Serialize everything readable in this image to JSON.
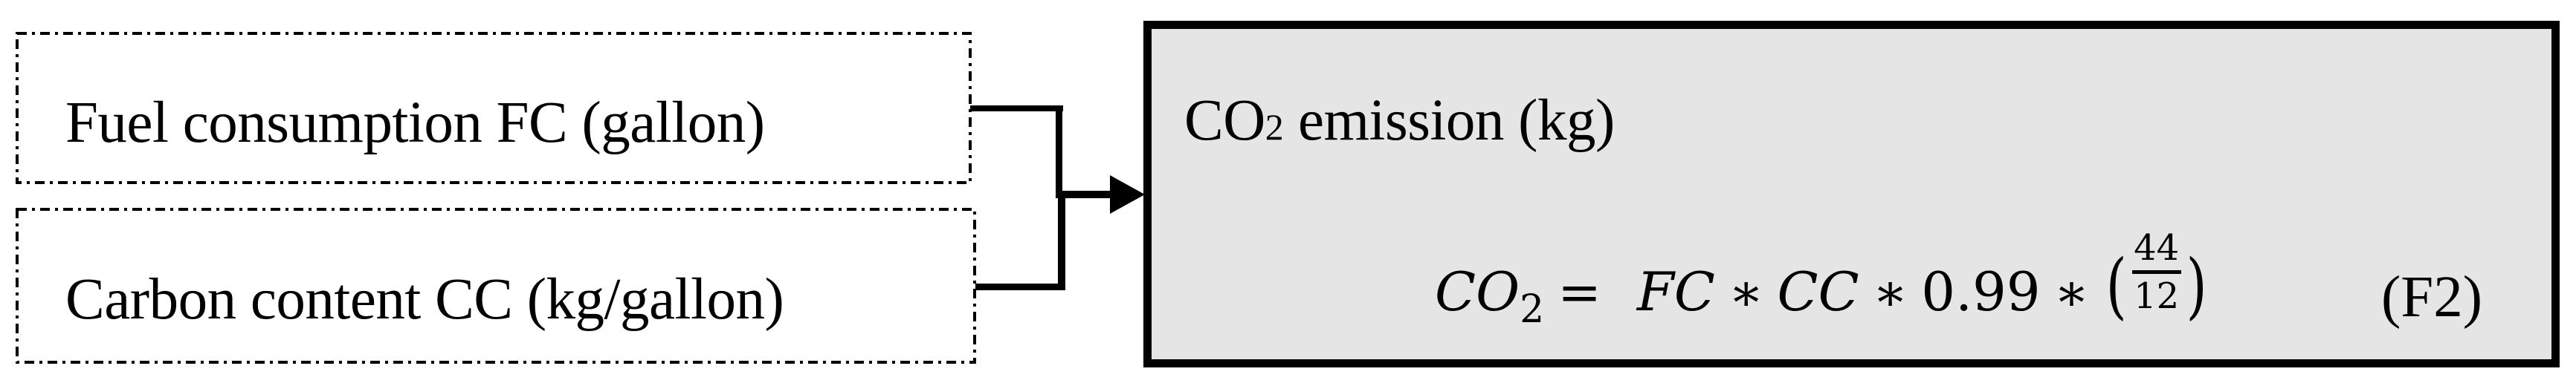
{
  "diagram": {
    "inputs": [
      {
        "label": "Fuel consumption FC (gallon)"
      },
      {
        "label": "Carbon content CC (kg/gallon)"
      }
    ],
    "output": {
      "title_prefix": "CO",
      "title_subscript": "2",
      "title_suffix": " emission (kg)",
      "formula": {
        "lhs_var": "CO",
        "lhs_sub": "2",
        "equals": "=",
        "terms": [
          "FC",
          "CC",
          "0.99"
        ],
        "multiply": "∗",
        "fraction": {
          "numerator": "44",
          "denominator": "12"
        },
        "open_paren": "(",
        "close_paren": ")",
        "full_text": "CO2 = FC * CC * 0.99 * (44/12)"
      },
      "equation_label": "(F2)"
    },
    "colors": {
      "output_fill": "#e5e5e5",
      "stroke": "#000000",
      "background": "#ffffff"
    }
  }
}
